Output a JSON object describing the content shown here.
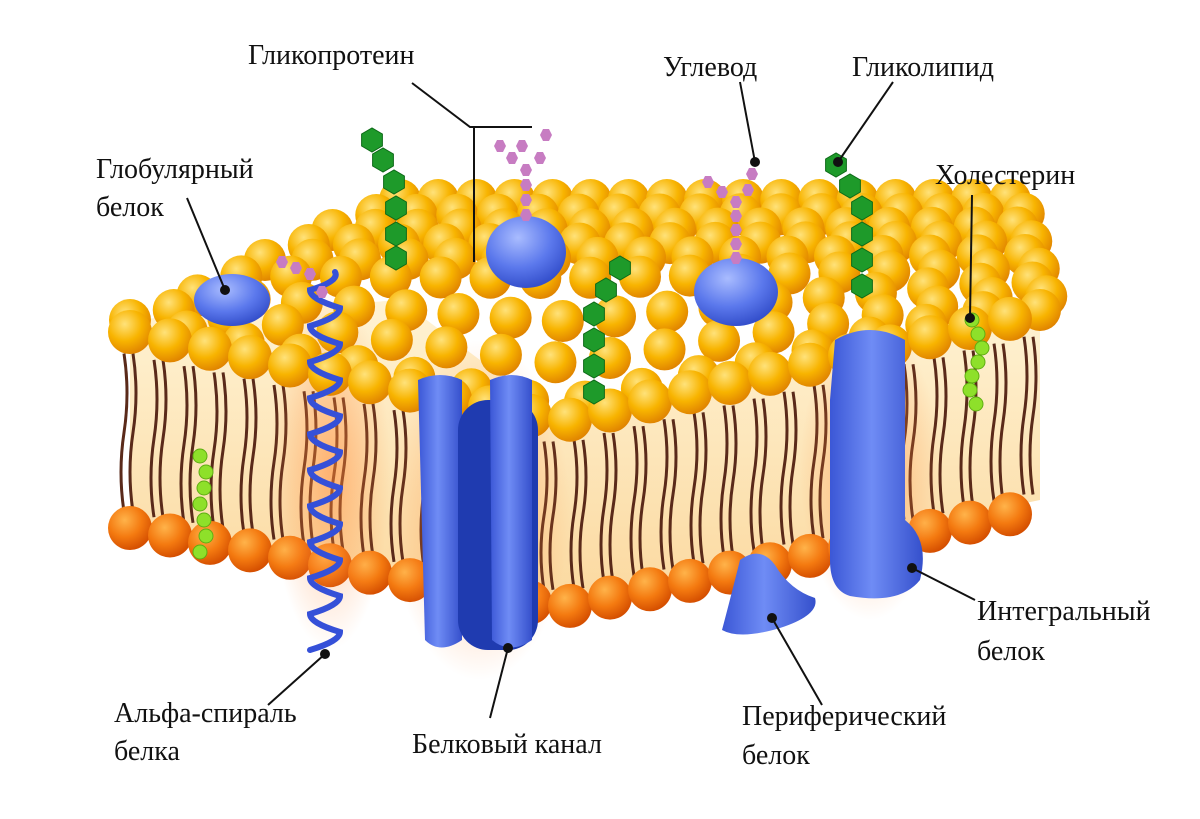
{
  "labels": {
    "glycoprotein": "Гликопротеин",
    "carbohydrate": "Углевод",
    "glycolipid": "Гликолипид",
    "globular_line1": "Глобулярный",
    "globular_line2": "белок",
    "cholesterol": "Холестерин",
    "integral_line1": "Интегральный",
    "integral_line2": "белок",
    "peripheral_line1": "Периферический",
    "peripheral_line2": "белок",
    "channel": "Белковый канал",
    "alpha_line1": "Альфа-спираль",
    "alpha_line2": "белка"
  },
  "colors": {
    "head_top": "#f7b500",
    "head_bottom": "#f26a00",
    "tail": "#5a2a1a",
    "protein": "#4a6ce8",
    "protein_dark": "#1e35a8",
    "glyco_chain": "#1e9a2a",
    "sugar": "#c77cc2",
    "cholesterol": "#8ee02a",
    "membrane_fill": "#fde9b8"
  }
}
